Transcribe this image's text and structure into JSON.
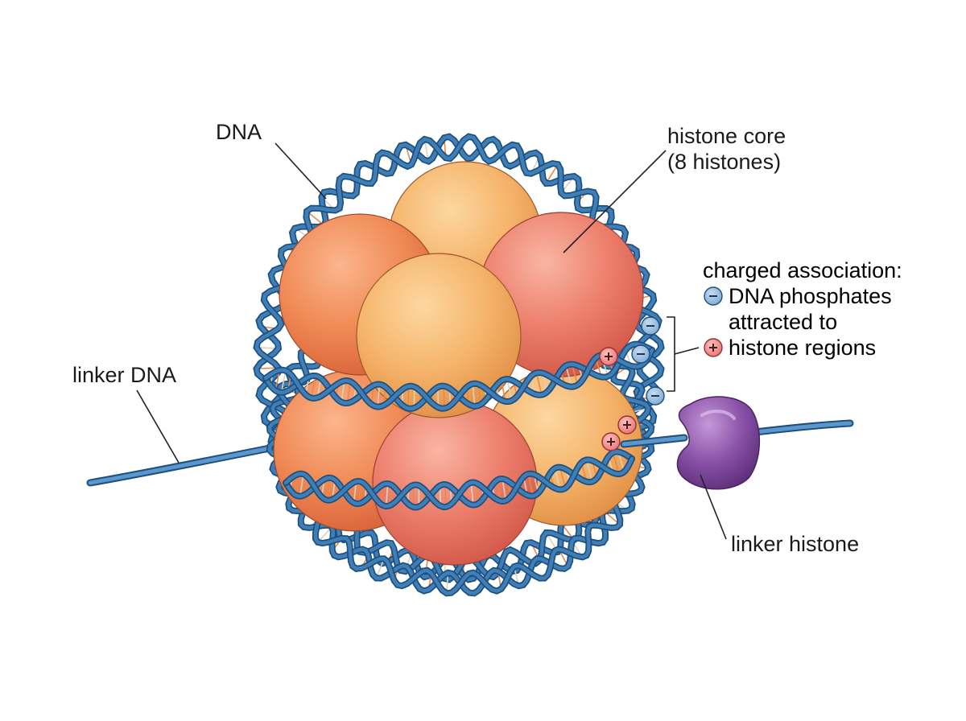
{
  "labels": {
    "dna": "DNA",
    "histone_core_line1": "histone core",
    "histone_core_line2": "(8 histones)",
    "linker_dna": "linker DNA",
    "linker_histone": "linker histone"
  },
  "legend": {
    "title": "charged association:",
    "negative_text": "DNA phosphates",
    "middle_text": "attracted to",
    "positive_text": "histone regions",
    "negative_icon": "minus-charge-icon",
    "positive_icon": "plus-charge-icon"
  },
  "colors": {
    "dna_blue": "#3f7fb8",
    "dna_dark": "#1f4f7c",
    "histone_orange": "#f08a55",
    "histone_peach": "#f5b46a",
    "histone_salmon": "#ec7f6c",
    "linker_histone_purple": "#8a52a8",
    "negative_charge": "#8db8e0",
    "positive_charge": "#f08a8a"
  }
}
